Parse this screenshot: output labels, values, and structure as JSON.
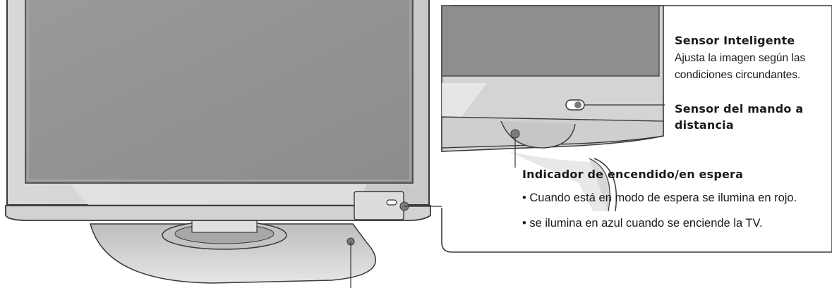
{
  "callouts": {
    "smart_sensor": {
      "title": "Sensor Inteligente",
      "desc_line1": "Ajusta la imagen según las",
      "desc_line2": "condiciones circundantes."
    },
    "remote_sensor": {
      "title_line1": "Sensor del mando a",
      "title_line2": "distancia"
    },
    "power_indicator": {
      "title": "Indicador de encendido/en espera",
      "bullets": [
        "• Cuando está en modo de espera se ilumina en rojo.",
        "• se ilumina en azul cuando se enciende la TV."
      ]
    }
  }
}
